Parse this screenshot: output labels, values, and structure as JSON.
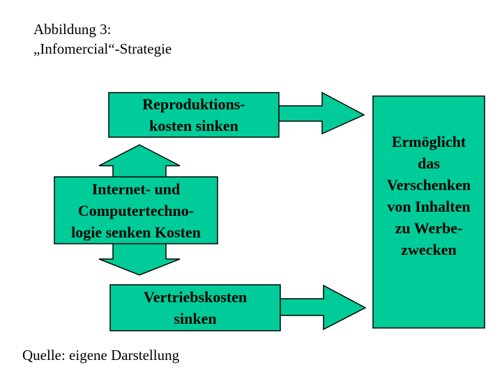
{
  "figure": {
    "caption_line1": "Abbildung 3:",
    "caption_line2": "„Infomercial“-Strategie",
    "source": "Quelle: eigene Darstellung"
  },
  "colors": {
    "fill": "#00CC99",
    "stroke": "#000000",
    "background": "#FFFFFF"
  },
  "boxes": {
    "reproduction": {
      "line1": "Reproduktions-",
      "line2": "kosten sinken"
    },
    "internet": {
      "line1": "Internet- und",
      "line2": "Computertechno-",
      "line3": "logie senken Kosten"
    },
    "distribution": {
      "line1": "Vertriebskosten",
      "line2": "sinken"
    },
    "result": {
      "line1": "Ermöglicht",
      "line2": "das",
      "line3": "Verschenken",
      "line4": "von Inhalten",
      "line5": "zu Werbe-",
      "line6": "zwecken"
    }
  }
}
